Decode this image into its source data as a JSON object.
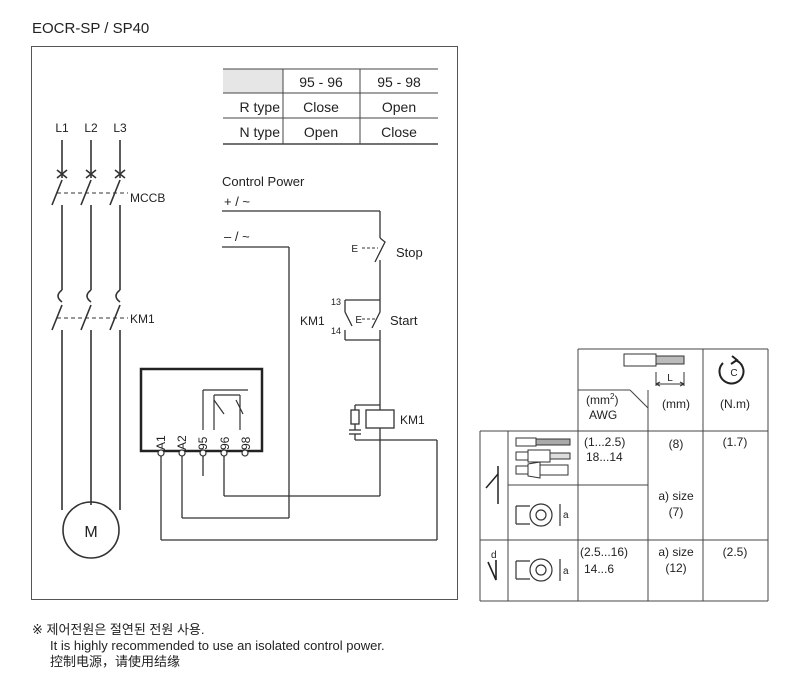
{
  "title": "EOCR-SP / SP40",
  "contact_table": {
    "headers": [
      "",
      "95 - 96",
      "95 - 98"
    ],
    "rows": [
      {
        "type": "R type",
        "c9596": "Close",
        "c9598": "Open"
      },
      {
        "type": "N type",
        "c9596": "Open",
        "c9598": "Close"
      }
    ]
  },
  "labels": {
    "l1": "L1",
    "l2": "L2",
    "l3": "L3",
    "mccb": "MCCB",
    "km1_main": "KM1",
    "motor": "M",
    "control_power": "Control Power",
    "plus": "+ / ~",
    "minus": "– / ~",
    "stop": "Stop",
    "start": "Start",
    "km1_aux": "KM1",
    "t13": "13",
    "t14": "14",
    "coil": "KM1",
    "e1": "E",
    "e2": "E",
    "terminals": [
      "A1",
      "A2",
      "95",
      "96",
      "98"
    ]
  },
  "wire_table": {
    "col_wire": "(mm²)\nAWG",
    "col_wire_line1": "(mm",
    "col_wire_sup": "2",
    "col_wire_line1_end": ")",
    "col_wire_line2": "AWG",
    "col_strip": "(mm)",
    "col_torque": "(N.m)",
    "strip_label": "L",
    "torque_icon_label": "C",
    "r1_wire_a": "(1...2.5)",
    "r1_wire_b": "18...14",
    "r1_strip": "(8)",
    "r1_torque": "(1.7)",
    "r1b_strip_a": "a) size",
    "r1b_strip_b": "(7)",
    "lug_a1": "a",
    "lug_a2": "a",
    "screw_label": "d",
    "r2_wire_a": "(2.5...16)",
    "r2_wire_b": "14...6",
    "r2_strip_a": "a) size",
    "r2_strip_b": "(12)",
    "r2_torque": "(2.5)"
  },
  "notes": [
    "※ 제어전원은 절연된 전원 사용.",
    "It is highly recommended to use an isolated control power.",
    "控制电源，请使用结缘"
  ]
}
